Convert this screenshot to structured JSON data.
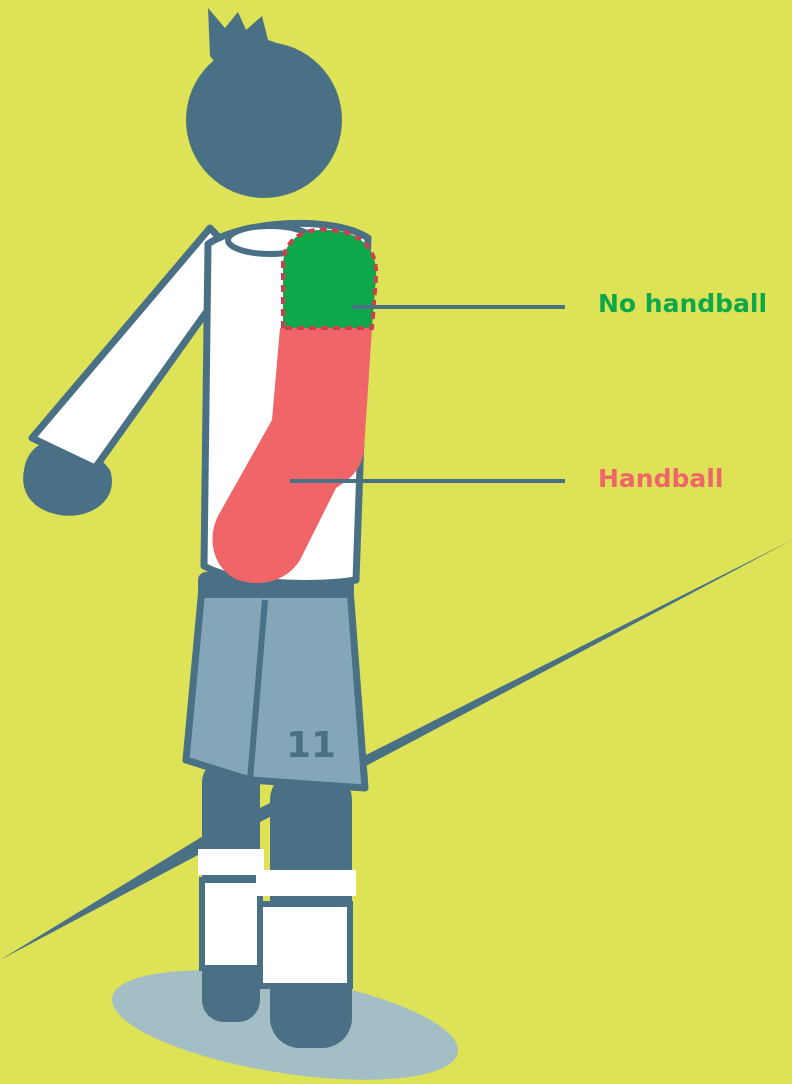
{
  "labels": {
    "no_handball": "No handball",
    "handball": "Handball"
  },
  "player": {
    "number": "11"
  },
  "colors": {
    "background": "#DDE257",
    "outline": "#4A7085",
    "shirt": "#FFFFFF",
    "shorts": "#83A7B9",
    "shadow": "#A4BEC5",
    "no_handball_zone": "#0CA84A",
    "handball_zone": "#F06568",
    "zone_border": "#C6434E"
  }
}
